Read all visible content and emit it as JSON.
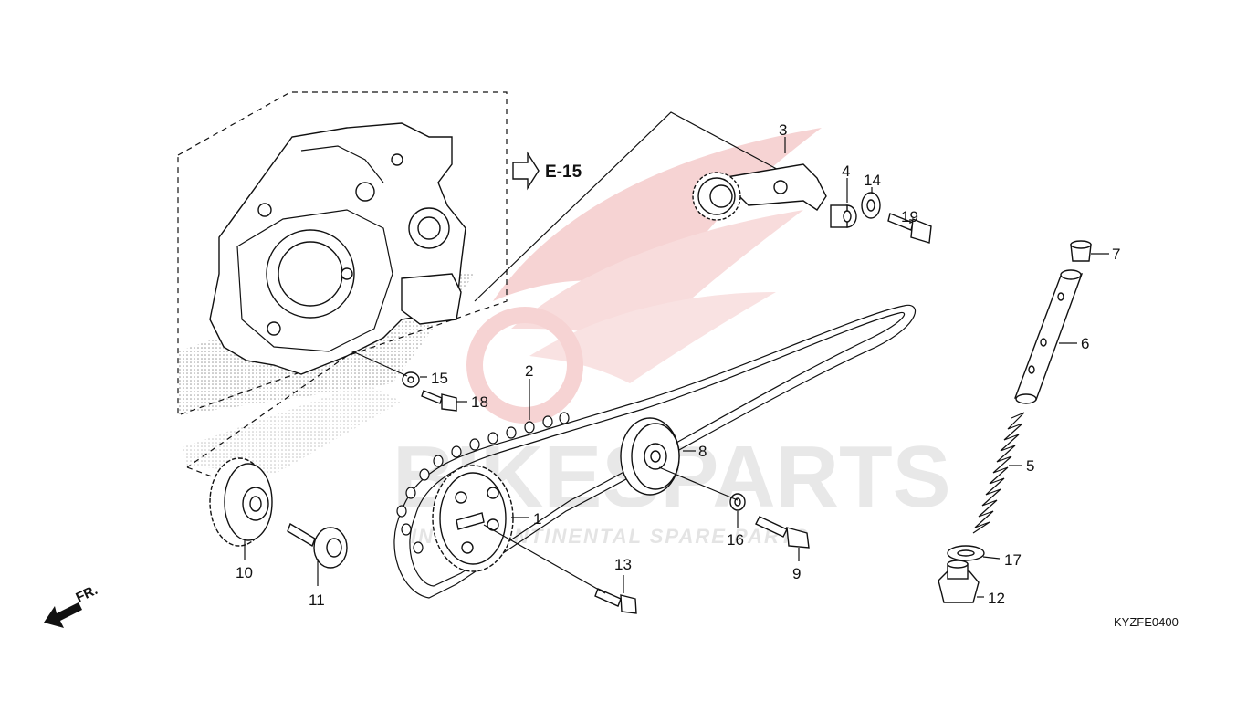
{
  "reference": {
    "arrow_label": "E-15",
    "diagram_code": "KYZFE0400",
    "front_label": "FR."
  },
  "watermark": {
    "brand": "BIKESPARTS",
    "tagline": "INTERCONTINENTAL SPARE PARTS"
  },
  "callouts": [
    {
      "id": "1",
      "label": "1"
    },
    {
      "id": "2",
      "label": "2"
    },
    {
      "id": "3",
      "label": "3"
    },
    {
      "id": "4",
      "label": "4"
    },
    {
      "id": "5",
      "label": "5"
    },
    {
      "id": "6",
      "label": "6"
    },
    {
      "id": "7",
      "label": "7"
    },
    {
      "id": "8",
      "label": "8"
    },
    {
      "id": "9",
      "label": "9"
    },
    {
      "id": "10",
      "label": "10"
    },
    {
      "id": "11",
      "label": "11"
    },
    {
      "id": "12",
      "label": "12"
    },
    {
      "id": "13",
      "label": "13"
    },
    {
      "id": "14",
      "label": "14"
    },
    {
      "id": "15",
      "label": "15"
    },
    {
      "id": "16",
      "label": "16"
    },
    {
      "id": "17",
      "label": "17"
    },
    {
      "id": "18",
      "label": "18"
    },
    {
      "id": "19",
      "label": "19"
    }
  ],
  "colors": {
    "line": "#111111",
    "watermark_red": "#f3c4c4",
    "watermark_gray": "#e6e6e6",
    "stipple": "#bbbbbb"
  }
}
